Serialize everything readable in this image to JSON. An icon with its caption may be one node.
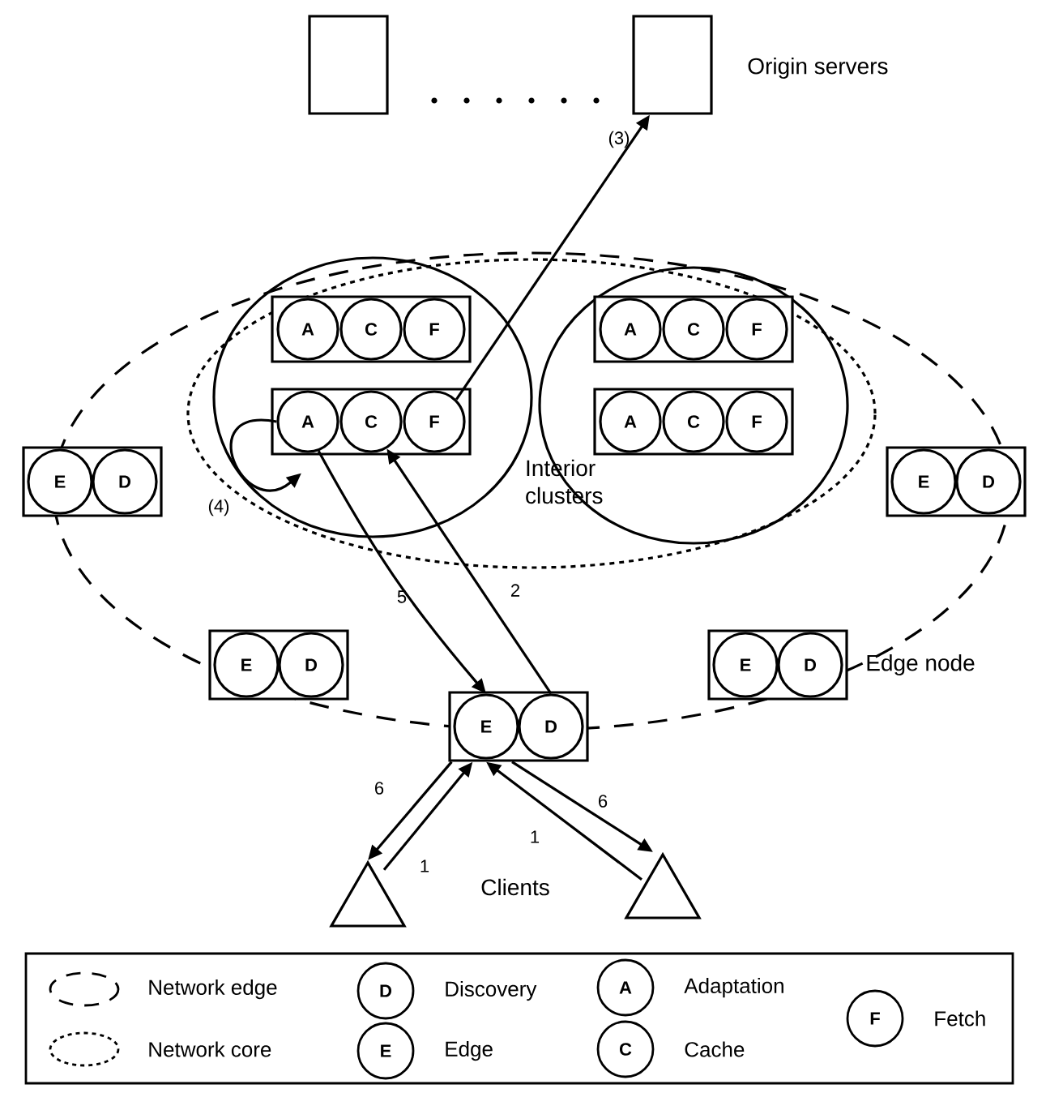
{
  "diagram": {
    "nodes": [
      {
        "text": [],
        "shape": "box"
      },
      {
        "text": [],
        "shape": "box",
        "beside": [
          "Origin servers"
        ]
      },
      {
        "text": [
          "Interior clusters"
        ]
      },
      {
        "text": [],
        "shape": "ellipse",
        "in": 2
      },
      {
        "text": [],
        "shape": "ellipse",
        "in": 2
      },
      {
        "text": [],
        "shape": "box",
        "in": 3
      },
      {
        "text": [
          "A"
        ],
        "in": 5
      },
      {
        "text": [
          "C"
        ],
        "in": 5
      },
      {
        "text": [
          "F"
        ],
        "in": 5
      },
      {
        "text": [],
        "shape": "box",
        "in": 3
      },
      {
        "text": [
          "A"
        ],
        "in": 9
      },
      {
        "text": [
          "C"
        ],
        "in": 9
      },
      {
        "text": [
          "F"
        ],
        "in": 9
      },
      {
        "text": [],
        "shape": "box",
        "in": 4
      },
      {
        "text": [
          "A"
        ],
        "in": 13
      },
      {
        "text": [
          "C"
        ],
        "in": 13
      },
      {
        "text": [
          "F"
        ],
        "in": 13
      },
      {
        "text": [],
        "shape": "box",
        "in": 4
      },
      {
        "text": [
          "A"
        ],
        "in": 17
      },
      {
        "text": [
          "C"
        ],
        "in": 17
      },
      {
        "text": [
          "F"
        ],
        "in": 17
      },
      {
        "text": [],
        "shape": "box"
      },
      {
        "text": [
          "E"
        ],
        "in": 21
      },
      {
        "text": [
          "D"
        ],
        "in": 21
      },
      {
        "text": [],
        "shape": "box"
      },
      {
        "text": [
          "E"
        ],
        "in": 24
      },
      {
        "text": [
          "D"
        ],
        "in": 24
      },
      {
        "text": [],
        "shape": "box"
      },
      {
        "text": [
          "E"
        ],
        "in": 27
      },
      {
        "text": [
          "D"
        ],
        "in": 27
      },
      {
        "text": [],
        "shape": "box"
      },
      {
        "text": [
          "E"
        ],
        "in": 30
      },
      {
        "text": [
          "D"
        ],
        "in": 30
      },
      {
        "text": [],
        "shape": "box"
      },
      {
        "text": [
          "E"
        ],
        "in": 33
      },
      {
        "text": [
          "D"
        ],
        "in": 33
      },
      {
        "text": [],
        "shape": "triangle"
      },
      {
        "text": [],
        "shape": "triangle"
      }
    ],
    "edges": [
      {
        "from": 12,
        "to": 1,
        "arrow": "to",
        "label": "(3)"
      },
      {
        "from": 10,
        "to": 9,
        "arrow": "to",
        "label": "(4)"
      },
      {
        "from": 10,
        "to": 34,
        "arrow": "to",
        "label": "5"
      },
      {
        "from": 35,
        "to": 11,
        "arrow": "to",
        "label": "2"
      },
      {
        "from": 33,
        "to": 36,
        "arrow": "to",
        "label": "6"
      },
      {
        "from": 36,
        "to": 33,
        "arrow": "to",
        "label": "1"
      },
      {
        "from": 37,
        "to": 33,
        "arrow": "to",
        "label": "1"
      },
      {
        "from": 33,
        "to": 37,
        "arrow": "to",
        "label": "6"
      }
    ],
    "labels": [
      "Edge node",
      "Clients",
      "D",
      "E",
      "A",
      "C",
      "F"
    ],
    "legend": [
      {
        "text": "Network edge"
      },
      {
        "text": "Network core"
      },
      {
        "text": "Discovery"
      },
      {
        "text": "Edge"
      },
      {
        "text": "Adaptation"
      },
      {
        "text": "Cache"
      },
      {
        "text": "Fetch"
      }
    ]
  }
}
